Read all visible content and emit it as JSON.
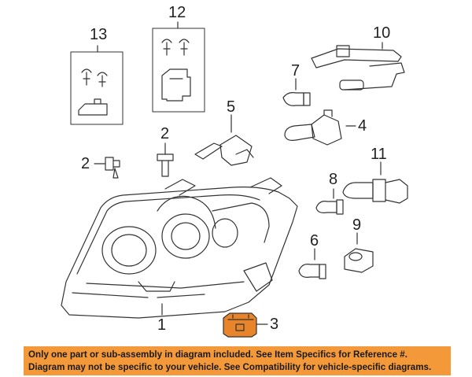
{
  "callouts": {
    "c1": "1",
    "c2a": "2",
    "c2b": "2",
    "c3": "3",
    "c4": "4",
    "c5": "5",
    "c6": "6",
    "c7": "7",
    "c8": "8",
    "c9": "9",
    "c10": "10",
    "c11": "11",
    "c12": "12",
    "c13": "13"
  },
  "notice": {
    "line1": "Only one part or sub-assembly in diagram included. See Item Specifics for Reference #.",
    "line2": "Diagram may not be specific to your vehicle. See Compatibility for vehicle-specific diagrams."
  },
  "colors": {
    "notice_bg": "#f4993a",
    "highlight_part": "#e8842a",
    "line_art": "#333333"
  }
}
